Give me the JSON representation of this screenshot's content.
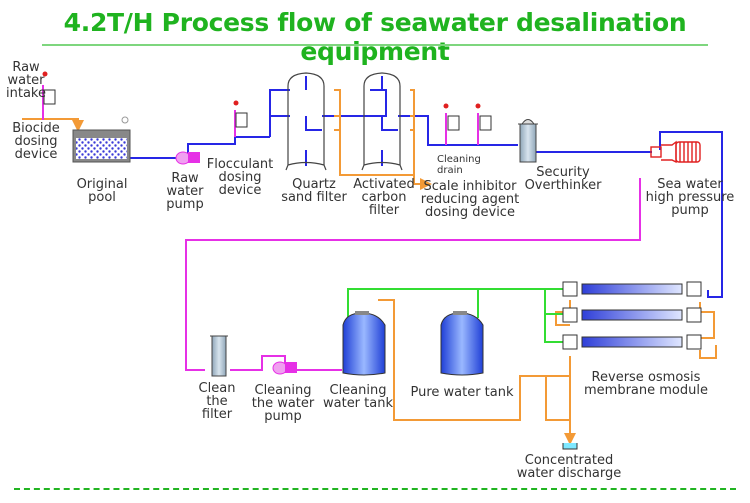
{
  "title": "4.2T/H Process flow of seawater desalination equipment",
  "colors": {
    "title": "#1fb31f",
    "raw_water_line": "#2626e6",
    "drain_line": "#f39a36",
    "dosing_line": "#e630e6",
    "pure_water_line": "#33dd33",
    "pump_high_pressure": "#e02020",
    "tank_fill": "#2a52e0"
  },
  "components": {
    "raw_water_intake": [
      "Raw",
      "water",
      "intake"
    ],
    "biocide_dosing": [
      "Biocide",
      "dosing",
      "device"
    ],
    "original_pool": [
      "Original",
      "pool"
    ],
    "raw_water_pump": [
      "Raw",
      "water",
      "pump"
    ],
    "flocculant_dosing": [
      "Flocculant",
      "dosing",
      "device"
    ],
    "quartz_sand_filter": [
      "Quartz",
      "sand filter"
    ],
    "activated_carbon_filter": [
      "Activated",
      "carbon",
      "filter"
    ],
    "cleaning_drain": [
      "Cleaning",
      "drain"
    ],
    "scale_inhibitor": [
      "Scale inhibitor",
      "reducing agent",
      "dosing device"
    ],
    "security_filter": [
      "Security",
      "Overthinker"
    ],
    "high_pressure_pump": [
      "Sea water",
      "high pressure",
      "pump"
    ],
    "clean_filter": [
      "Clean",
      "the",
      "filter"
    ],
    "cleaning_pump": [
      "Cleaning",
      "the water",
      "pump"
    ],
    "cleaning_tank": [
      "Cleaning",
      "water tank"
    ],
    "pure_water_tank": [
      "Pure water tank"
    ],
    "ro_module": [
      "Reverse osmosis",
      "membrane module"
    ],
    "concentrate_discharge": [
      "Concentrated",
      "water discharge"
    ]
  }
}
